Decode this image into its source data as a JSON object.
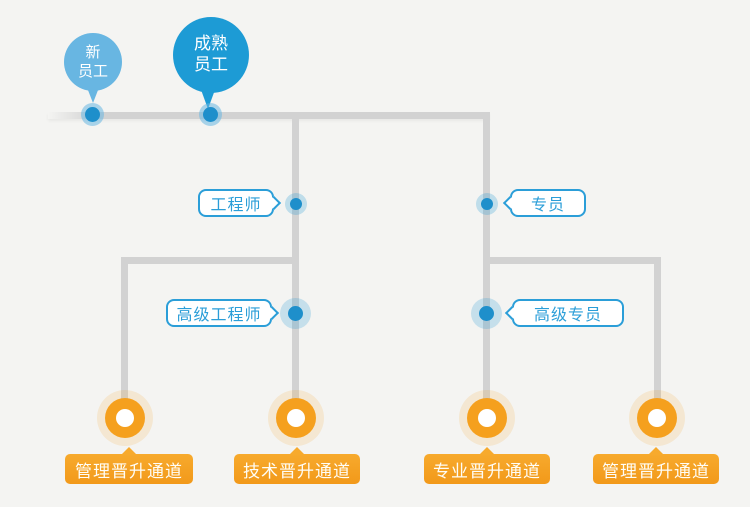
{
  "diagram_type": "career-promotion-path",
  "colors": {
    "background": "#f4f4f2",
    "connector_gray": "#d2d2d2",
    "blue_primary": "#1d9bd5",
    "blue_light": "#68b6e2",
    "blue_dot": "#1e8fcb",
    "bubble_border": "#2b9ed8",
    "orange": "#f5a01e",
    "label_text": "#ffffff"
  },
  "start_nodes": [
    {
      "name": "new-employee",
      "lines": [
        "新",
        "员工"
      ]
    },
    {
      "name": "mature-employee",
      "lines": [
        "成熟",
        "员工"
      ]
    }
  ],
  "level_labels": [
    {
      "name": "engineer",
      "label": "工程师"
    },
    {
      "name": "specialist",
      "label": "专员"
    },
    {
      "name": "senior-engineer",
      "label": "高级工程师"
    },
    {
      "name": "senior-specialist",
      "label": "高级专员"
    }
  ],
  "channel_labels": [
    {
      "name": "management-left",
      "label": "管理晋升通道"
    },
    {
      "name": "technical",
      "label": "技术晋升通道"
    },
    {
      "name": "professional",
      "label": "专业晋升通道"
    },
    {
      "name": "management-right",
      "label": "管理晋升通道"
    }
  ]
}
